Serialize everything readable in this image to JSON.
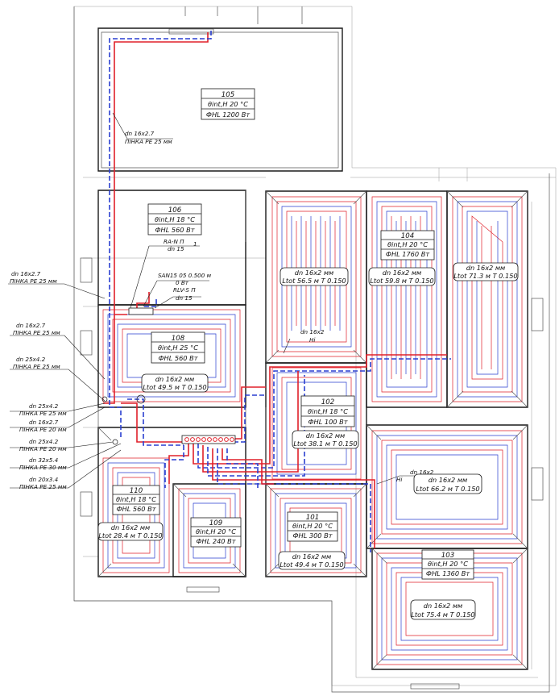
{
  "rooms": [
    {
      "id": "105",
      "line1": "θint,H 20 °C",
      "line2": "ФHL 1200 Вт"
    },
    {
      "id": "106",
      "line1": "θint,H 18 °C",
      "line2": "ФHL 560 Вт"
    },
    {
      "id": "104",
      "line1": "θint,H 20 °C",
      "line2": "ФHL 1760 Вт"
    },
    {
      "id": "108",
      "line1": "θint,H 25 °C",
      "line2": "ФHL 560 Вт"
    },
    {
      "id": "102",
      "line1": "θint,H 18 °C",
      "line2": "ФHL 100 Вт"
    },
    {
      "id": "110",
      "line1": "θint,H 18 °C",
      "line2": "ФHL 560 Вт"
    },
    {
      "id": "109",
      "line1": "θint,H 20 °C",
      "line2": "ФHL 240 Вт"
    },
    {
      "id": "101",
      "line1": "θint,H 20 °C",
      "line2": "ФHL 300 Вт"
    },
    {
      "id": "103",
      "line1": "θint,H 20 °C",
      "line2": "ФHL 1360 Вт"
    }
  ],
  "loops": [
    {
      "pipe": "dn 16x2 мм",
      "length": "Ltot 56.5 м T 0.150"
    },
    {
      "pipe": "dn 16x2 мм",
      "length": "Ltot 59.8 м T 0.150"
    },
    {
      "pipe": "dn 16x2 мм",
      "length": "Ltot 71.3 м T 0.150"
    },
    {
      "pipe": "dn 16x2 мм",
      "length": "Ltot 49.5 м T 0.150"
    },
    {
      "pipe": "dn 16x2 мм",
      "length": "Ltot 38.1 м T 0.150"
    },
    {
      "pipe": "dn 16x2 мм",
      "length": "Ltot 66.2 м T 0.150"
    },
    {
      "pipe": "dn 16x2 мм",
      "length": "Ltot 28.4 м T 0.150"
    },
    {
      "pipe": "dn 16x2 мм",
      "length": "Ltot 49.4 м T 0.150"
    },
    {
      "pipe": "dn 16x2 мм",
      "length": "Ltot 75.4 м T 0.150"
    }
  ],
  "labels": {
    "riser_pipe": "dn 16x2.7",
    "riser_insul": "ПІНКА PE 25 мм",
    "rav_valve": "RA-N П",
    "rav_dn": "dn 15",
    "rav_num": "1",
    "san": "SAN15 05 0.500 м",
    "san_bar": "0 Вт",
    "rlv": "RLV-S П",
    "rlv_dn": "dn 15",
    "hi1_pipe": "dn 16x2",
    "hi1": "Hi",
    "hi2_pipe": "dn 16x2",
    "hi2": "Hi"
  },
  "left_callouts": [
    {
      "pipe": "dn 16x2.7",
      "insul": "ПІНКА PE 25 мм"
    },
    {
      "pipe": "dn 16x2.7",
      "insul": "ПІНКА PE 25 мм"
    },
    {
      "pipe": "dn 25x4.2",
      "insul": "ПІНКА PE 25 мм"
    },
    {
      "pipe": "dn 25x4.2",
      "insul": "ПІНКА PE 25 мм"
    },
    {
      "pipe": "dn 16x2.7",
      "insul": "ПІНКА PE 20 мм"
    },
    {
      "pipe": "dn 25x4.2",
      "insul": "ПІНКА PE 20 мм"
    },
    {
      "pipe": "dn 32x5.4",
      "insul": "ПІНКА PE 30 мм"
    },
    {
      "pipe": "dn 20x3.4",
      "insul": "ПІНКА PE 25 мм"
    }
  ],
  "colors": {
    "supply": "#e0202a",
    "return": "#2a3fd0",
    "wall": "#1a1a1a"
  }
}
